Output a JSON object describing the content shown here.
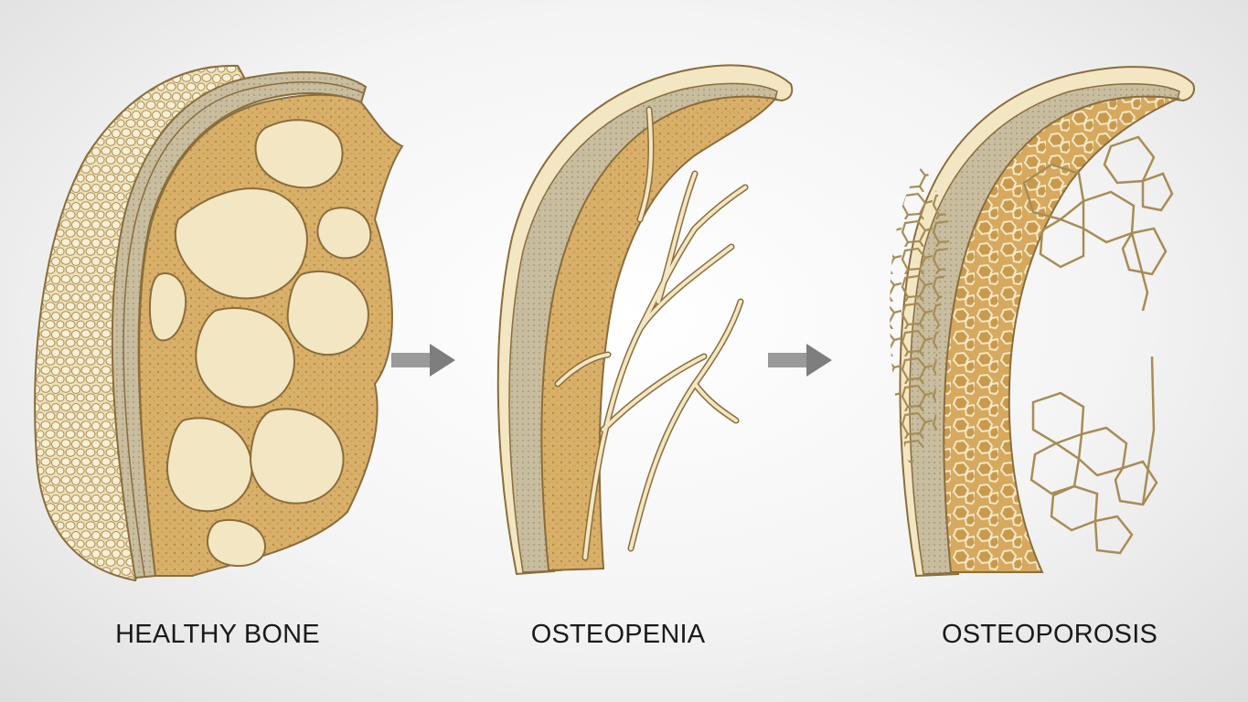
{
  "stages": [
    {
      "label": "HEALTHY BONE"
    },
    {
      "label": "OSTEOPENIA"
    },
    {
      "label": "OSTEOPOROSIS"
    }
  ],
  "colors": {
    "bone_cream": "#f3e6c3",
    "bone_outline": "#8a6d3b",
    "marrow_gold": "#d9b06a",
    "cortex_grey": "#bfb49a",
    "arrow_grey": "#8c8c8c"
  }
}
